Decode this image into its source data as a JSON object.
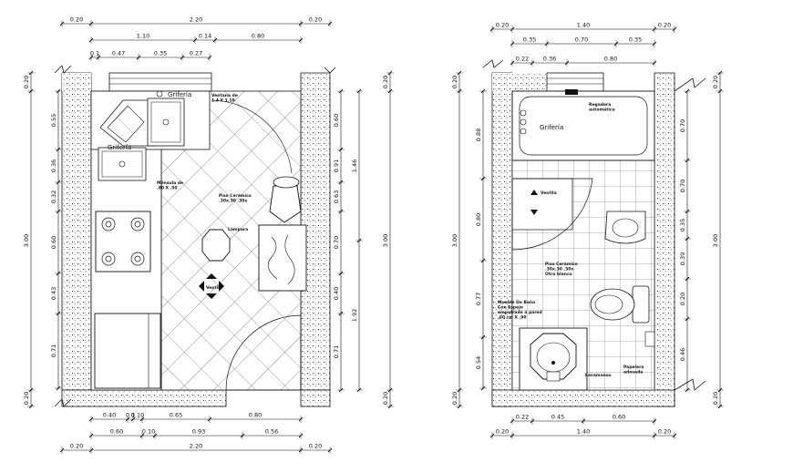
{
  "kitchen": {
    "dims_top_total": [
      "0.20",
      "2.20",
      "0.20"
    ],
    "dims_top_mid": [
      "1.10",
      "0.14",
      "0.80"
    ],
    "dims_top_inner": [
      "0.1",
      "0.47",
      "0.35",
      "0.27"
    ],
    "dims_bottom_inner": [
      "0.40",
      "0.1",
      "0.10",
      "0.65",
      "0.80"
    ],
    "dims_bottom_mid": [
      "0.60",
      "0.10",
      "0.93",
      "0.56"
    ],
    "dims_bottom_total": [
      "0.20",
      "2.20",
      "0.20"
    ],
    "dims_left_outer": [
      "0.20",
      "0.55",
      "0.36",
      "0.32",
      "0.60",
      "0.43",
      "0.71",
      "0.20"
    ],
    "dims_left_total": "3.00",
    "dims_right_a": [
      "0.60",
      "0.91",
      "0.63",
      "0.70",
      "0.40",
      "0.71"
    ],
    "dims_right_b": [
      "1.46",
      "1.92"
    ],
    "dims_right_total": "3.00",
    "dims_right_top": "0.20",
    "dims_right_bottom": "0.20",
    "labels": {
      "faucet_top": "Grifería",
      "faucet_left": "Grifería",
      "window": "Ventana de\n1.4 X 1.10",
      "shelf": "Ménsula de\n.80 X .50",
      "floor": "Piso Cerámico\n.30x.30 .30x",
      "lamp": "Lámpara",
      "vent": "Ventila"
    }
  },
  "bathroom": {
    "dims_top_total": [
      "0.20",
      "1.40",
      "0.20"
    ],
    "dims_top_mid": [
      "0.35",
      "0.70",
      "0.35"
    ],
    "dims_top_inner": [
      "0.22",
      "0.36",
      "0.80"
    ],
    "dims_bottom_inner": [
      "0.22",
      "0.45",
      "0.60"
    ],
    "dims_bottom_total": [
      "0.20",
      "1.40",
      "0.20"
    ],
    "dims_left_outer": [
      "0.20",
      "0.88",
      "0.80",
      "0.77",
      "0.54",
      "0.20"
    ],
    "dims_left_total": "3.00",
    "dims_right_a": [
      "0.70",
      "0.70",
      "0.35",
      "0.39",
      "0.20",
      "0.46"
    ],
    "dims_right_total": "3.00",
    "dims_right_top": "0.20",
    "dims_right_bottom": "0.20",
    "labels": {
      "shower": "Regadera\nautomática",
      "faucet": "Grifería",
      "vent": "Ventila",
      "floor": "Piso Cerámico\n.30x.30 .30x\nOtro blanco",
      "vanity": "Mueble De Baño\nCon Espejo\nempotrado a pared\n.60 cm X .90",
      "sink_label": "Lavamanos",
      "bin": "Papelera\nadosada"
    }
  }
}
